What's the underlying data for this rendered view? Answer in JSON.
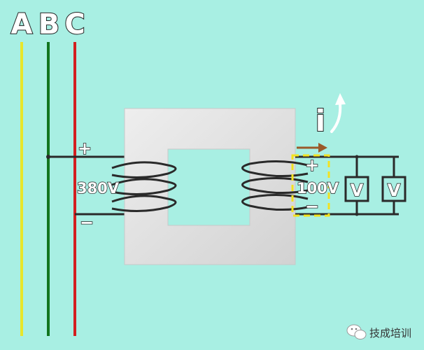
{
  "colors": {
    "background": "#a8efe3",
    "phase_a": "#e8e62a",
    "phase_b": "#11751e",
    "phase_c": "#d31f1f",
    "core": "#e4e4e4",
    "wire": "#2a2a2a",
    "dashed_box": "#f2e21f",
    "current_arrow": "#9a5a2a",
    "direction_arrow": "#ffffff",
    "label": "#ffffff",
    "label_outline": "#222222"
  },
  "phases": {
    "a": "A",
    "b": "B",
    "c": "C"
  },
  "primary": {
    "plus": "+",
    "minus": "−",
    "voltage": "380V"
  },
  "secondary": {
    "plus": "+",
    "minus": "−",
    "voltage": "100V"
  },
  "current_label": "i",
  "meters": [
    "V",
    "V"
  ],
  "watermark": {
    "icon": "wechat-icon",
    "text": "技成培训"
  }
}
